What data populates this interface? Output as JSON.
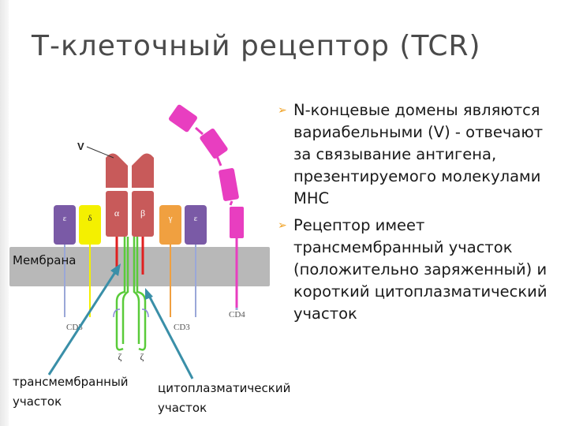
{
  "slide": {
    "title": "Т-клеточный рецептор (TCR)",
    "bullets": [
      "N-концевые домены являются вариабельными (V) - отвечают за связывание антигена, презентируемого молекулами MHC",
      "Рецептор имеет трансмембранный участок (положительно заряженный) и короткий цитоплазматический участок"
    ],
    "bullet_icon": "hollow-arrow-bullet-icon",
    "accent_color": "#f0a020"
  },
  "diagram": {
    "v_label": "V",
    "membrane_label": "Мембрана",
    "chain_labels": {
      "epsilon_left": "ε",
      "delta": "δ",
      "alpha": "α",
      "beta": "β",
      "gamma": "γ",
      "epsilon_right": "ε",
      "zeta_left": "ζ",
      "zeta_right": "ζ"
    },
    "cd3_left": "CD3",
    "cd3_right": "CD3",
    "cd4": "CD4",
    "transmembrane_label": [
      "трансмембранный",
      "участок"
    ],
    "cytoplasmic_label": [
      "цитоплазматический",
      "участок"
    ],
    "colors": {
      "membrane": "#b8b8b8",
      "tcr": "#c85a5a",
      "cd3_epsilon": "#7a5aa6",
      "cd3_delta": "#f4f000",
      "cd3_gamma": "#f0a040",
      "cd4": "#e83ec0",
      "zeta": "#5acb3a",
      "arrow": "#3a8fa8"
    }
  }
}
